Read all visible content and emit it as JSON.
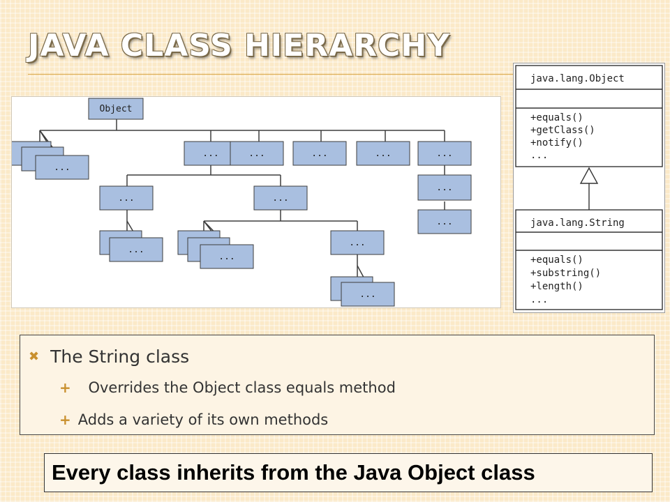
{
  "slide": {
    "title": "Java Class Hierarchy"
  },
  "hierarchy": {
    "root_label": "Object",
    "child_label": "..."
  },
  "uml": {
    "parent_class": {
      "name": "java.lang.Object",
      "methods": [
        "+equals()",
        "+getClass()",
        "+notify()",
        "..."
      ]
    },
    "child_class": {
      "name": "java.lang.String",
      "methods": [
        "+equals()",
        "+substring()",
        "+length()",
        "..."
      ]
    }
  },
  "bullets": {
    "main": "The String class",
    "sub": [
      " Overrides the Object class equals method",
      "Adds a variety of its own methods"
    ]
  },
  "footer": {
    "text": "Every class inherits from the Java Object class"
  },
  "colors": {
    "node_fill": "#a9bfe0",
    "accent": "#c9902e",
    "background": "#fbe9c8"
  },
  "icons": {
    "bullet_main": "x-mark-icon",
    "bullet_sub": "plus-icon"
  }
}
